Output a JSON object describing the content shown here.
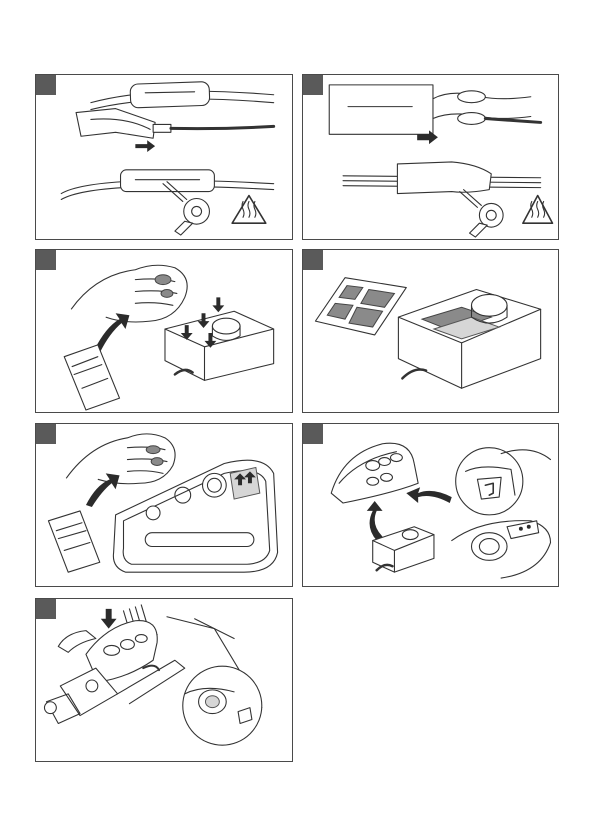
{
  "page": {
    "background": "#ffffff",
    "panel_border_color": "#4a4a4a",
    "step_badge_color": "#5a5a5a"
  },
  "panels": [
    {
      "id": "panel-1",
      "illustration": "heat-shrink-tubing-over-wire-connection",
      "icons": [
        "heat-gun-icon",
        "hot-surface-warning-icon"
      ]
    },
    {
      "id": "panel-2",
      "illustration": "heat-shrink-tubing-over-wire-pair",
      "icons": [
        "heat-gun-icon",
        "hot-surface-warning-icon"
      ]
    },
    {
      "id": "panel-3",
      "illustration": "clean-surface-and-press-module",
      "icons": [
        "hand-icon",
        "wipe-tissue-icon",
        "press-arrows-icon"
      ]
    },
    {
      "id": "panel-4",
      "illustration": "adhesive-pads-on-module",
      "icons": [
        "adhesive-pad-sheet-icon"
      ]
    },
    {
      "id": "panel-5",
      "illustration": "clean-socket-housing-interior",
      "icons": [
        "hand-icon",
        "wipe-tissue-icon"
      ]
    },
    {
      "id": "panel-6",
      "illustration": "mount-module-in-socket-housing",
      "icons": [
        "socket-housing-icon",
        "detail-zoom-icon"
      ]
    },
    {
      "id": "panel-7",
      "illustration": "press-housing-on-towbar",
      "icons": [
        "press-arrows-icon",
        "detail-zoom-icon"
      ]
    }
  ]
}
